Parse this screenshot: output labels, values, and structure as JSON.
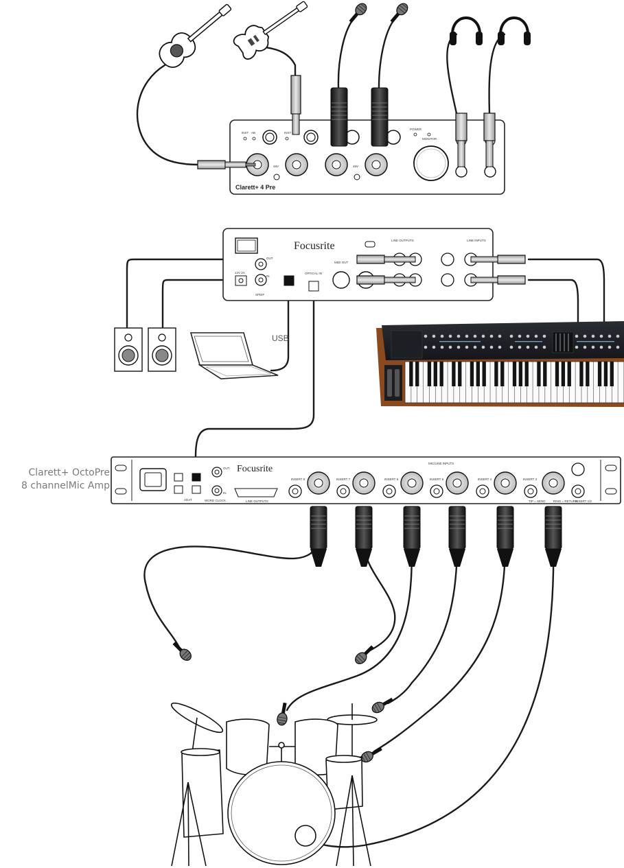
{
  "clarett4pre": {
    "model_label": "Clarett+ 4 Pre",
    "labels": {
      "inst1": "INST",
      "ab": "AB",
      "inst2": "INST",
      "power": "POWER",
      "monitor": "MONITOR",
      "p48_a": "48V",
      "p48_b": "48V"
    }
  },
  "rear_panel": {
    "brand": "Focusrite",
    "labels": {
      "line_outputs": "LINE OUTPUTS",
      "line_inputs": "LINE INPUTS",
      "midi_out": "MIDI OUT",
      "optical_in": "OPTICAL IN",
      "spdif": "SPDIF",
      "out": "OUT",
      "in": "IN",
      "dc": "12V  2A"
    }
  },
  "laptop_link_label": "USB",
  "octopre": {
    "caption_line1": "Clarett+ OctoPre",
    "caption_line2": "8 channelMic Amp",
    "brand": "Focusrite",
    "labels": {
      "mic_inputs": "MIC/LINE INPUTS",
      "word_clock": "WORD CLOCK",
      "line_outputs": "LINE OUTPUTS",
      "adat": "ADAT",
      "insert8": "INSERT 8",
      "insert7": "INSERT 7",
      "insert6": "INSERT 6",
      "insert5": "INSERT 5",
      "insert4": "INSERT 4",
      "insert3": "INSERT 3",
      "insert2": "INSERT 1/2",
      "tip_send": "TIP = SEND",
      "ring_return": "RING = RETURN",
      "out": "OUT",
      "in": "IN"
    }
  }
}
